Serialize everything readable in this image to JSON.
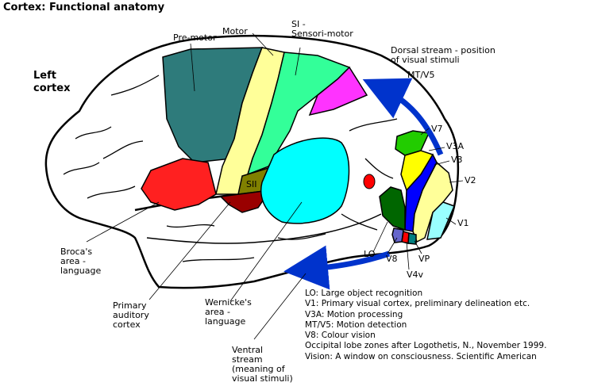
{
  "title": "Cortex: Functional anatomy",
  "side_label": {
    "line1": "Left",
    "line2": "cortex"
  },
  "labels": {
    "premotor": "Pre-motor",
    "motor": "Motor",
    "si": "SI -\nSensori-motor",
    "dorsal": "Dorsal stream - position\nof visual stimuli",
    "mtv5": "MT/V5",
    "v7": "V7",
    "v3a": "V3A",
    "v3": "V3",
    "v2": "V2",
    "v1": "V1",
    "vp": "VP",
    "v4v": "V4v",
    "v8": "V8",
    "lo": "LO",
    "sii": "SII",
    "broca": "Broca's\narea -\nlanguage",
    "auditory": "Primary\nauditory\ncortex",
    "wernicke": "Wernicke's\narea -\nlanguage",
    "ventral": "Ventral\nstream\n(meaning of\nvisual stimuli)"
  },
  "notes": [
    "LO: Large object recognition",
    "V1: Primary visual cortex, preliminary delineation etc.",
    "V3A: Motion processing",
    "MT/V5: Motion detection",
    "V8: Colour vision",
    "Occipital lobe zones after Logothetis, N., November 1999.",
    "Vision: A window on consciousness.  Scientific American"
  ],
  "colors": {
    "premotor": "#2E7B7B",
    "motor": "#FFFF99",
    "sensorimotor": "#33FF99",
    "magenta": "#FF33FF",
    "broca": "#FF2020",
    "auditory": "#990000",
    "sii": "#808000",
    "wernicke": "#00FFFF",
    "arrow": "#0033CC",
    "v7": "#22CC00",
    "v3a": "#FFFF00",
    "v3": "#0000FF",
    "v2": "#FFFF99",
    "v1": "#99FFFF",
    "lo": "#006600",
    "v8": "#6666CC",
    "vp": "#008080",
    "v4v": "#FF0000",
    "spot": "#FF0000"
  }
}
